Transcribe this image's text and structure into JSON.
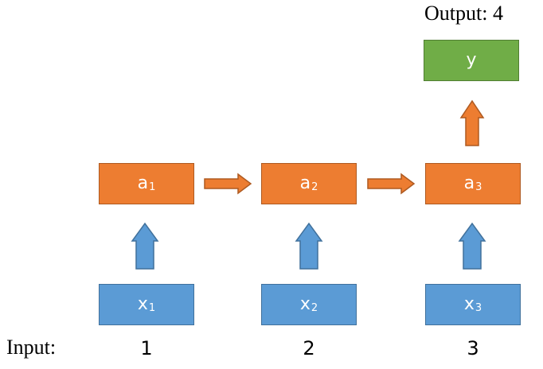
{
  "labels": {
    "output": "Output: 4",
    "input": "Input:"
  },
  "inputs": [
    "1",
    "2",
    "3"
  ],
  "nodes": {
    "x": [
      {
        "base": "x",
        "sub": "1"
      },
      {
        "base": "x",
        "sub": "2"
      },
      {
        "base": "x",
        "sub": "3"
      }
    ],
    "a": [
      {
        "base": "a",
        "sub": "1"
      },
      {
        "base": "a",
        "sub": "2"
      },
      {
        "base": "a",
        "sub": "3"
      }
    ],
    "y": {
      "base": "y"
    }
  },
  "colors": {
    "hidden": "#ED7D31",
    "input": "#5B9BD5",
    "output": "#70AD47"
  }
}
